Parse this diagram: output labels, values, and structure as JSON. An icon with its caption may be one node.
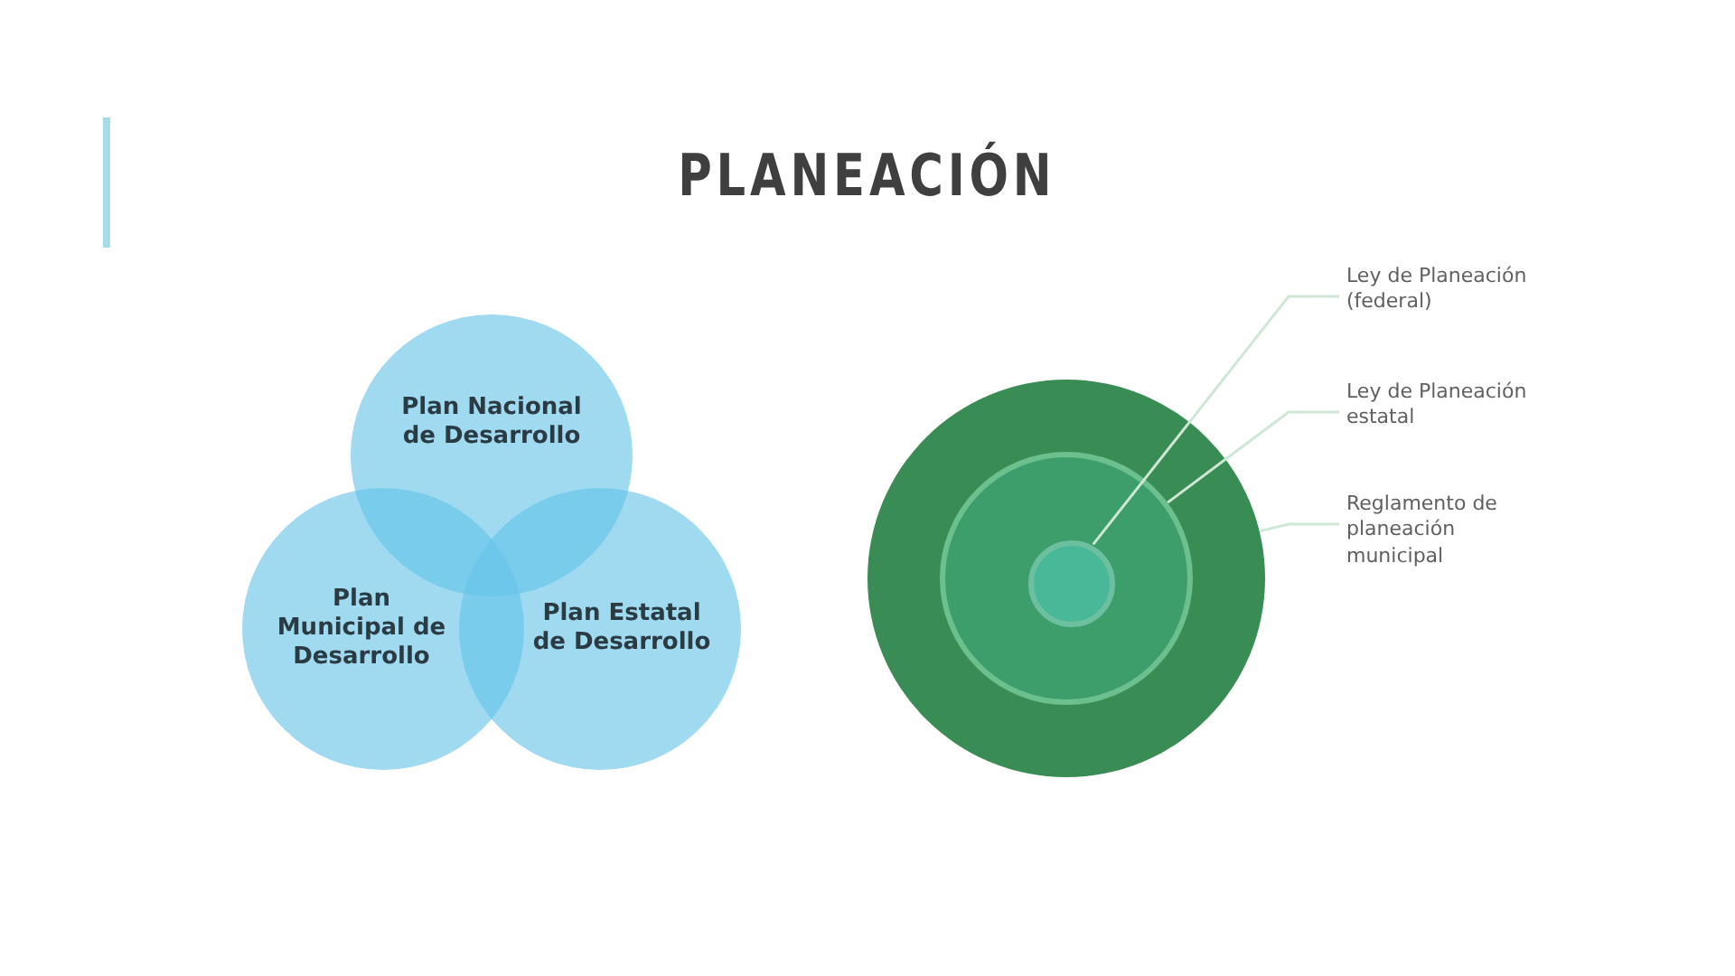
{
  "diagram": {
    "title": "PLANEACIÓN",
    "nodes": [
      {
        "text": [
          "Plan Nacional de Desarrollo"
        ]
      },
      {
        "text": [
          "Plan Municipal de Desarrollo"
        ]
      },
      {
        "text": [
          "Plan Estatal de Desarrollo"
        ]
      },
      {
        "text": [],
        "shape": "circle"
      },
      {
        "text": [],
        "shape": "circle",
        "in": 3
      },
      {
        "text": [],
        "shape": "circle",
        "in": 4
      },
      {
        "text": [
          "Ley de Planeación (federal)"
        ]
      },
      {
        "text": [
          "Ley de Planeación estatal"
        ]
      },
      {
        "text": [
          "Reglamento de planeación municipal"
        ]
      }
    ],
    "edges": [
      {
        "from": 6,
        "to": 5,
        "arrow": "none"
      },
      {
        "from": 7,
        "to": 4,
        "arrow": "none"
      },
      {
        "from": 8,
        "to": 3,
        "arrow": "none"
      }
    ]
  }
}
